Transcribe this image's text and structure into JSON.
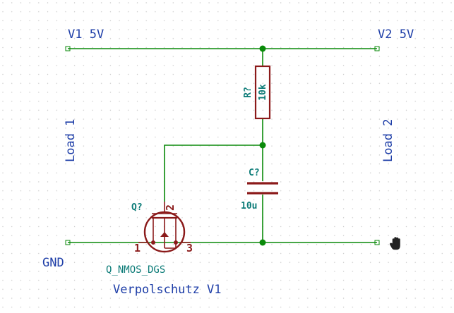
{
  "labels": {
    "v1": "V1 5V",
    "v2": "V2 5V",
    "load1": "Load 1",
    "load2": "Load 2",
    "gnd": "GND",
    "title": "Verpolschutz V1"
  },
  "resistor": {
    "ref": "R?",
    "value": "10k"
  },
  "capacitor": {
    "ref": "C?",
    "value": "10u"
  },
  "mosfet": {
    "ref": "Q?",
    "value": "Q_NMOS_DGS",
    "pin1": "1",
    "pin2": "2",
    "pin3": "3"
  },
  "colors": {
    "wire": "#0a8a0a",
    "component": "#8b1a1a",
    "net_label": "#1f3fa8",
    "ref_text": "#0d7c78",
    "grid": "#c8c8c8"
  },
  "cursor_icon": "hand-pointer-icon"
}
